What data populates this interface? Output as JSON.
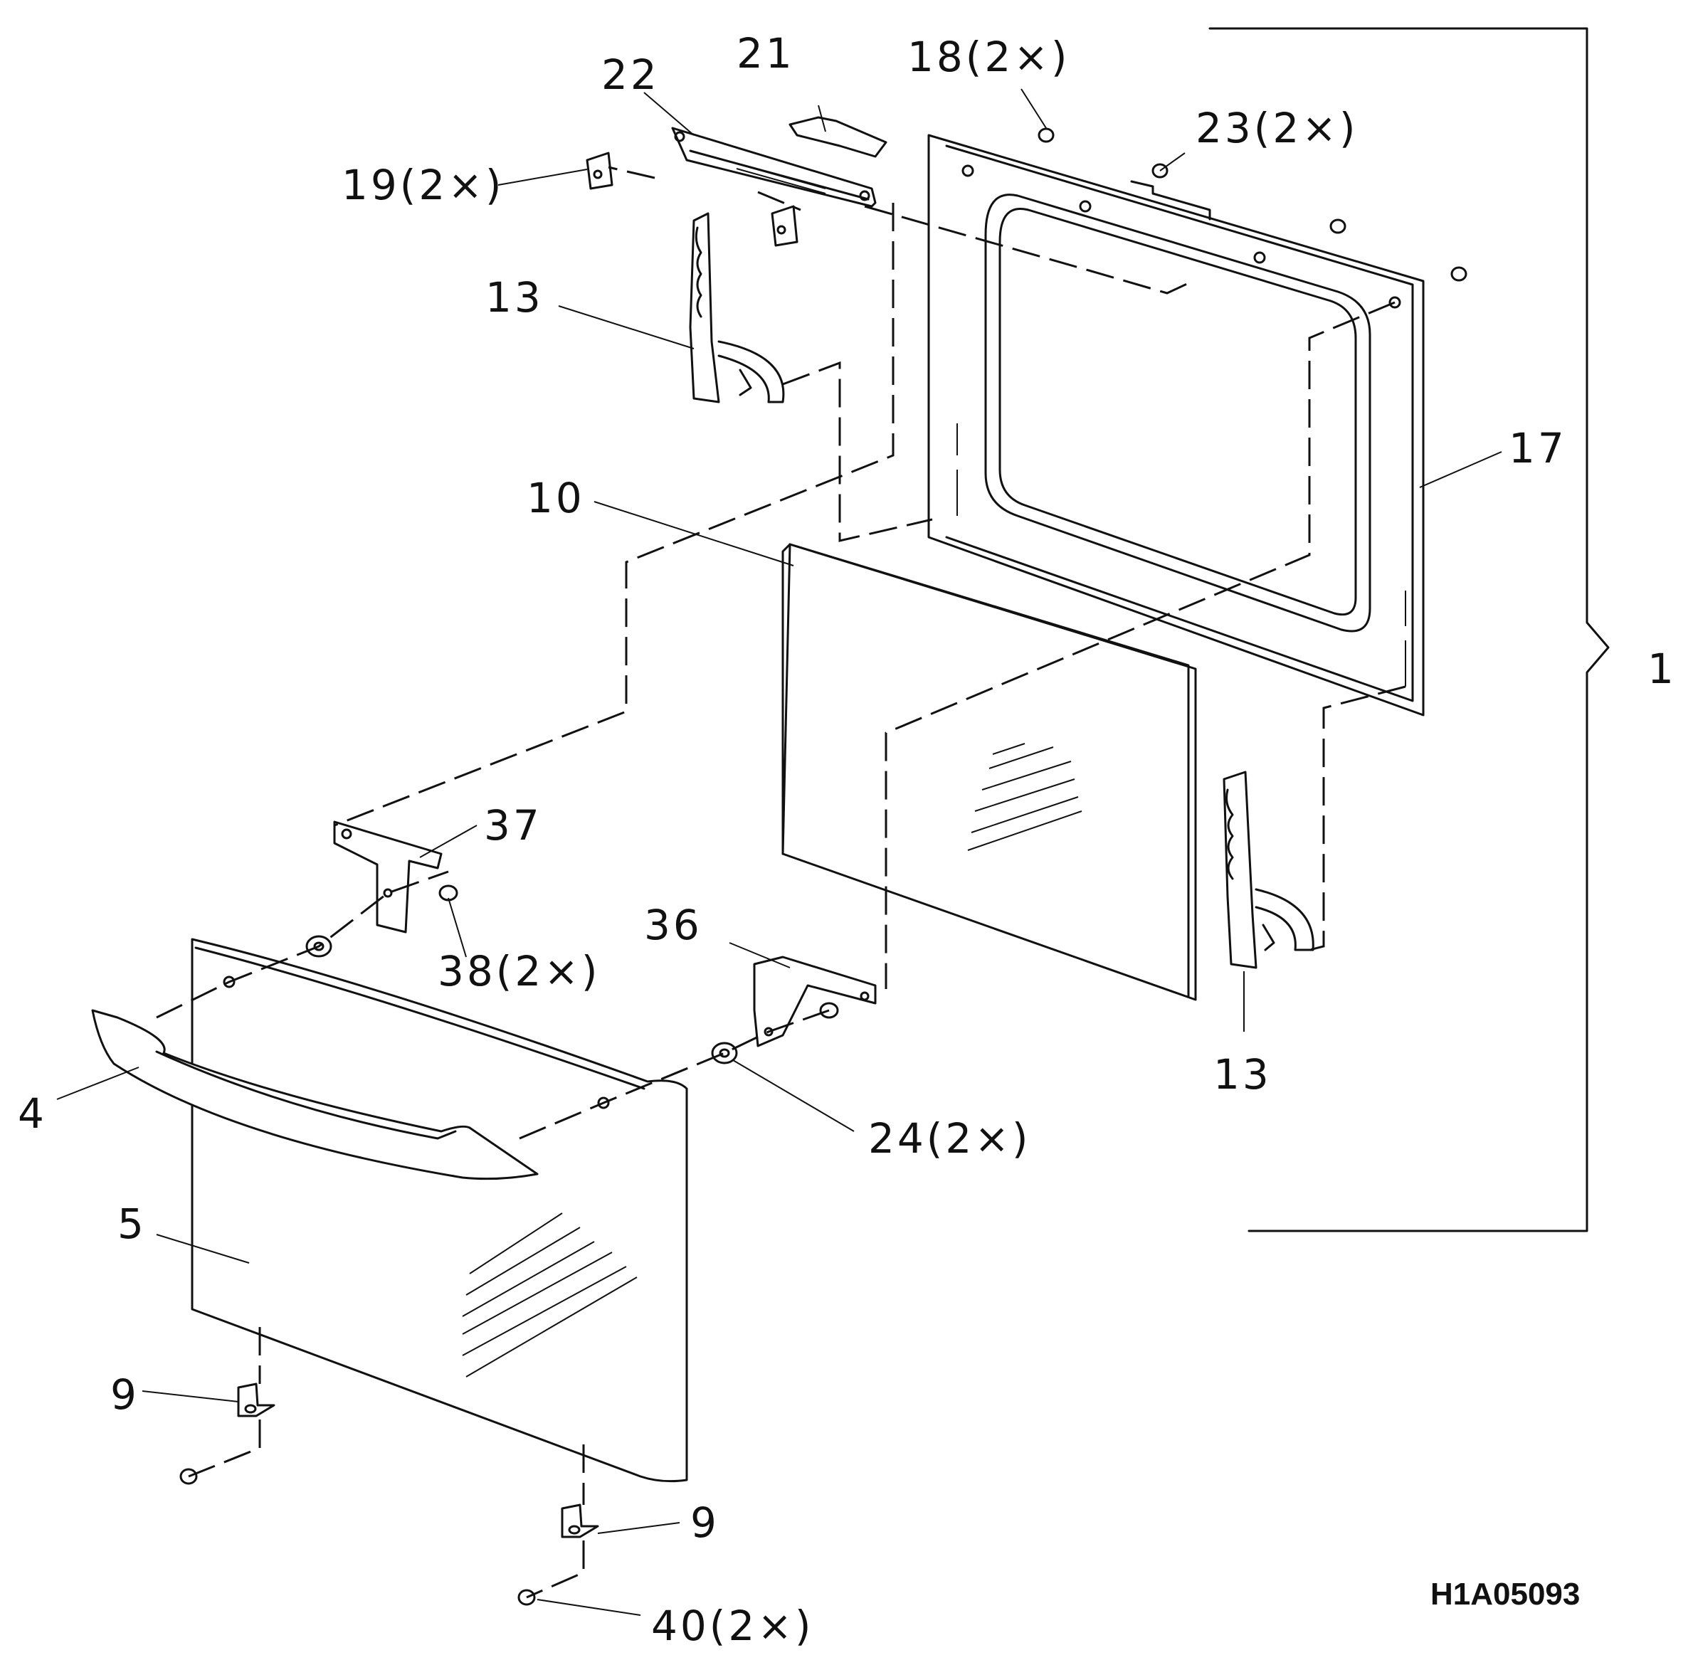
{
  "diagram": {
    "drawing_code": "H1A05093",
    "callouts": {
      "c1": "1",
      "c4": "4",
      "c5": "5",
      "c9a": "9",
      "c9b": "9",
      "c10": "10",
      "c13a": "13",
      "c13b": "13",
      "c17": "17",
      "c18": "18(2×)",
      "c19": "19(2×)",
      "c21": "21",
      "c22": "22",
      "c23": "23(2×)",
      "c24": "24(2×)",
      "c36": "36",
      "c37": "37",
      "c38": "38(2×)",
      "c40": "40(2×)"
    }
  }
}
